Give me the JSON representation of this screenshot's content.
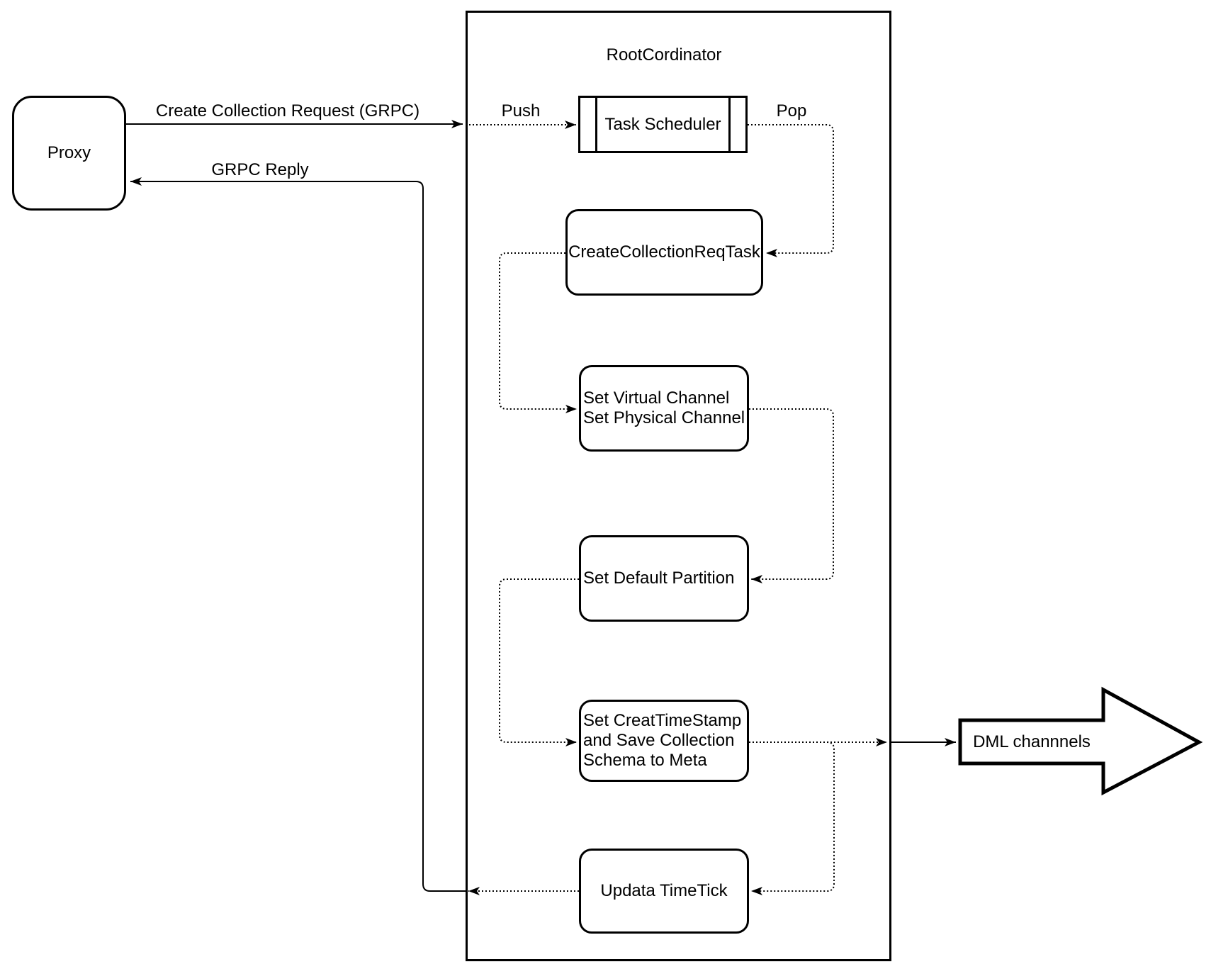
{
  "diagram": {
    "container_title": "RootCordinator",
    "proxy_label": "Proxy",
    "edge_labels": {
      "create_collection_request": "Create Collection Request (GRPC)",
      "grpc_reply": "GRPC Reply",
      "push": "Push",
      "pop": "Pop"
    },
    "tasks": {
      "scheduler": "Task Scheduler",
      "create_collection_req_task": "CreateCollectionReqTask",
      "set_channels_line1": "Set Virtual Channel",
      "set_channels_line2": "Set Physical Channel",
      "set_default_partition": "Set Default Partition",
      "set_timestamp_line1": "Set CreatTimeStamp",
      "set_timestamp_line2": "and Save Collection",
      "set_timestamp_line3": "Schema to Meta",
      "updata_timetick": "Updata TimeTick"
    },
    "dml_arrow_label": "DML channnels",
    "colors": {
      "stroke": "#000000",
      "fill": "#ffffff"
    }
  }
}
